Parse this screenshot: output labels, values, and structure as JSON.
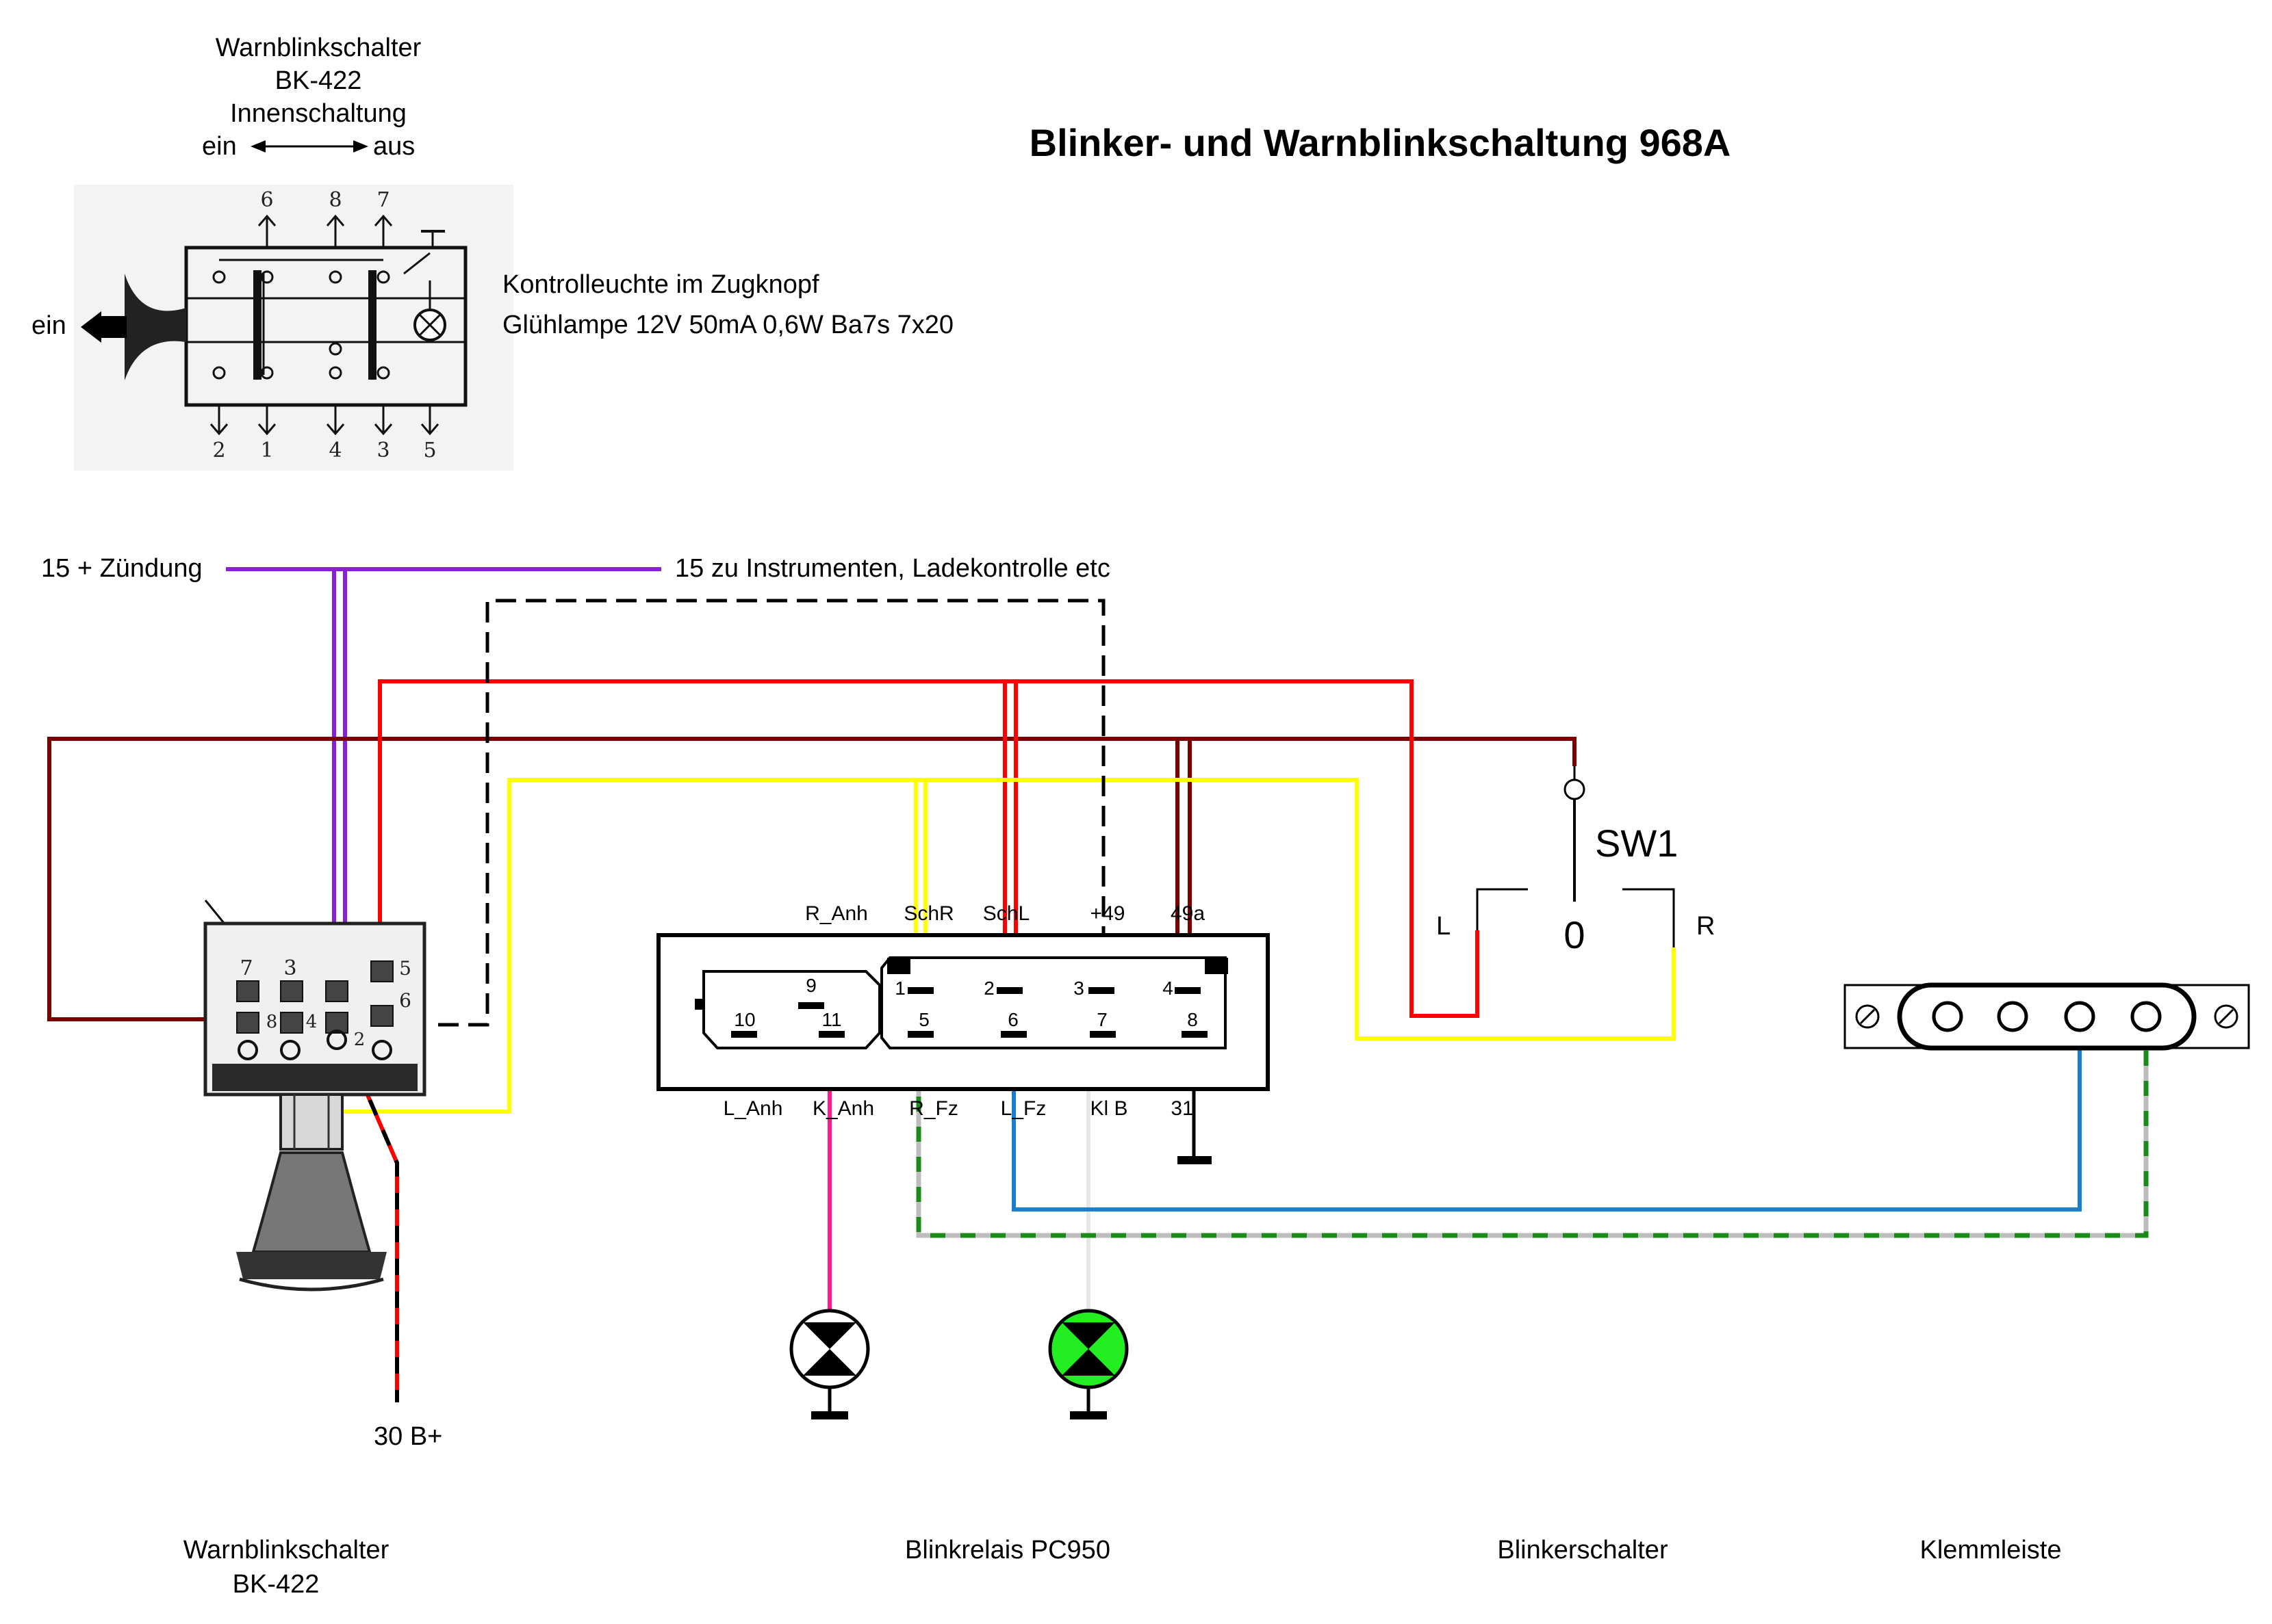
{
  "title": "Blinker- und Warnblinkschaltung 968A",
  "inset": {
    "heading": [
      "Warnblinkschalter",
      "BK-422",
      "Innenschaltung"
    ],
    "direction_left": "ein",
    "direction_right": "aus",
    "push_label": "ein",
    "top_pins": [
      "6",
      "8",
      "7"
    ],
    "bottom_pins": [
      "2",
      "1",
      "4",
      "3",
      "5"
    ]
  },
  "lamp_note": [
    "Kontrolleuchte im Zugknopf",
    "Glühlampe 12V 50mA 0,6W Ba7s 7x20"
  ],
  "wire_labels": {
    "ignition": "15 + Zündung",
    "instruments": "15 zu Instrumenten, Ladekontrolle etc",
    "battery": "30 B+"
  },
  "switch_pins": [
    "7",
    "3",
    "5",
    "6",
    "8",
    "4",
    "2"
  ],
  "relay": {
    "top_labels": [
      "R_Anh",
      "SchR",
      "SchL",
      "+49",
      "49a"
    ],
    "bottom_labels": [
      "L_Anh",
      "K_Anh",
      "R_Fz",
      "L_Fz",
      "Kl B",
      "31"
    ],
    "pins_top": [
      "9",
      "1",
      "2",
      "3",
      "4"
    ],
    "pins_bottom": [
      "10",
      "11",
      "5",
      "6",
      "7",
      "8"
    ]
  },
  "sw1": {
    "name": "SW1",
    "left": "L",
    "center": "0",
    "right": "R"
  },
  "captions": {
    "switch": [
      "Warnblinkschalter",
      "BK-422"
    ],
    "relay": "Blinkrelais PC950",
    "blinker": "Blinkerschalter",
    "terminal": "Klemmleiste"
  },
  "colors": {
    "ignition": "#8b1fd6",
    "dark_red": "#7a0000",
    "red": "#ff0000",
    "yellow": "#ffff00",
    "pink": "#ff1a8c",
    "blue": "#1a7fcf",
    "white": "#e6e6e6",
    "green": "#1a8a1a",
    "grey": "#bdbdbd",
    "lamp_green": "#22ee22"
  }
}
